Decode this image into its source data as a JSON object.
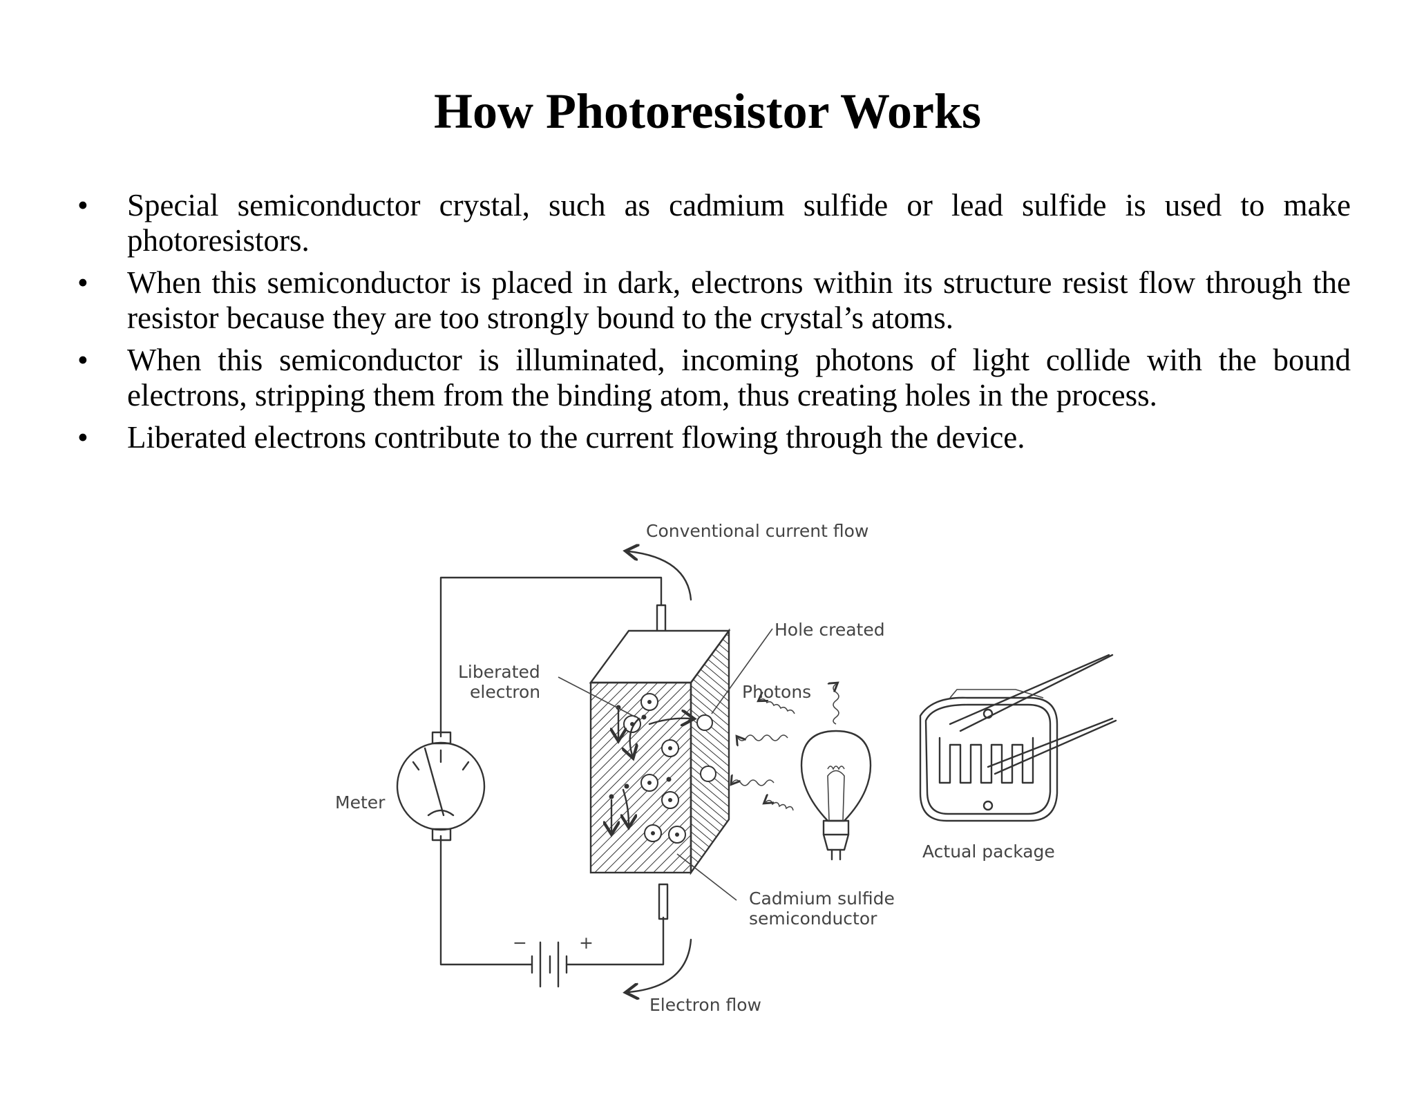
{
  "title": "How Photoresistor Works",
  "bullets": [
    "Special semiconductor crystal, such as cadmium sulfide or lead sulfide is used to make photoresistors.",
    "When this semiconductor is placed in dark, electrons within its structure resist flow through the resistor because they are too strongly bound to the crystal’s atoms.",
    "When this semiconductor is illuminated, incoming photons of light collide with the bound electrons, stripping them from the binding atom, thus creating holes in the process.",
    "Liberated electrons contribute to the current flowing through the device."
  ],
  "bullet_symbol": "•",
  "diagram": {
    "labels": {
      "conventional_current": "Conventional current flow",
      "hole_created": "Hole created",
      "liberated_1": "Liberated",
      "liberated_2": "electron",
      "photons": "Photons",
      "meter": "Meter",
      "actual_package": "Actual package",
      "cadmium_1": "Cadmium sulfide",
      "cadmium_2": "semiconductor",
      "minus": "−",
      "plus": "+",
      "electron_flow": "Electron flow"
    }
  }
}
